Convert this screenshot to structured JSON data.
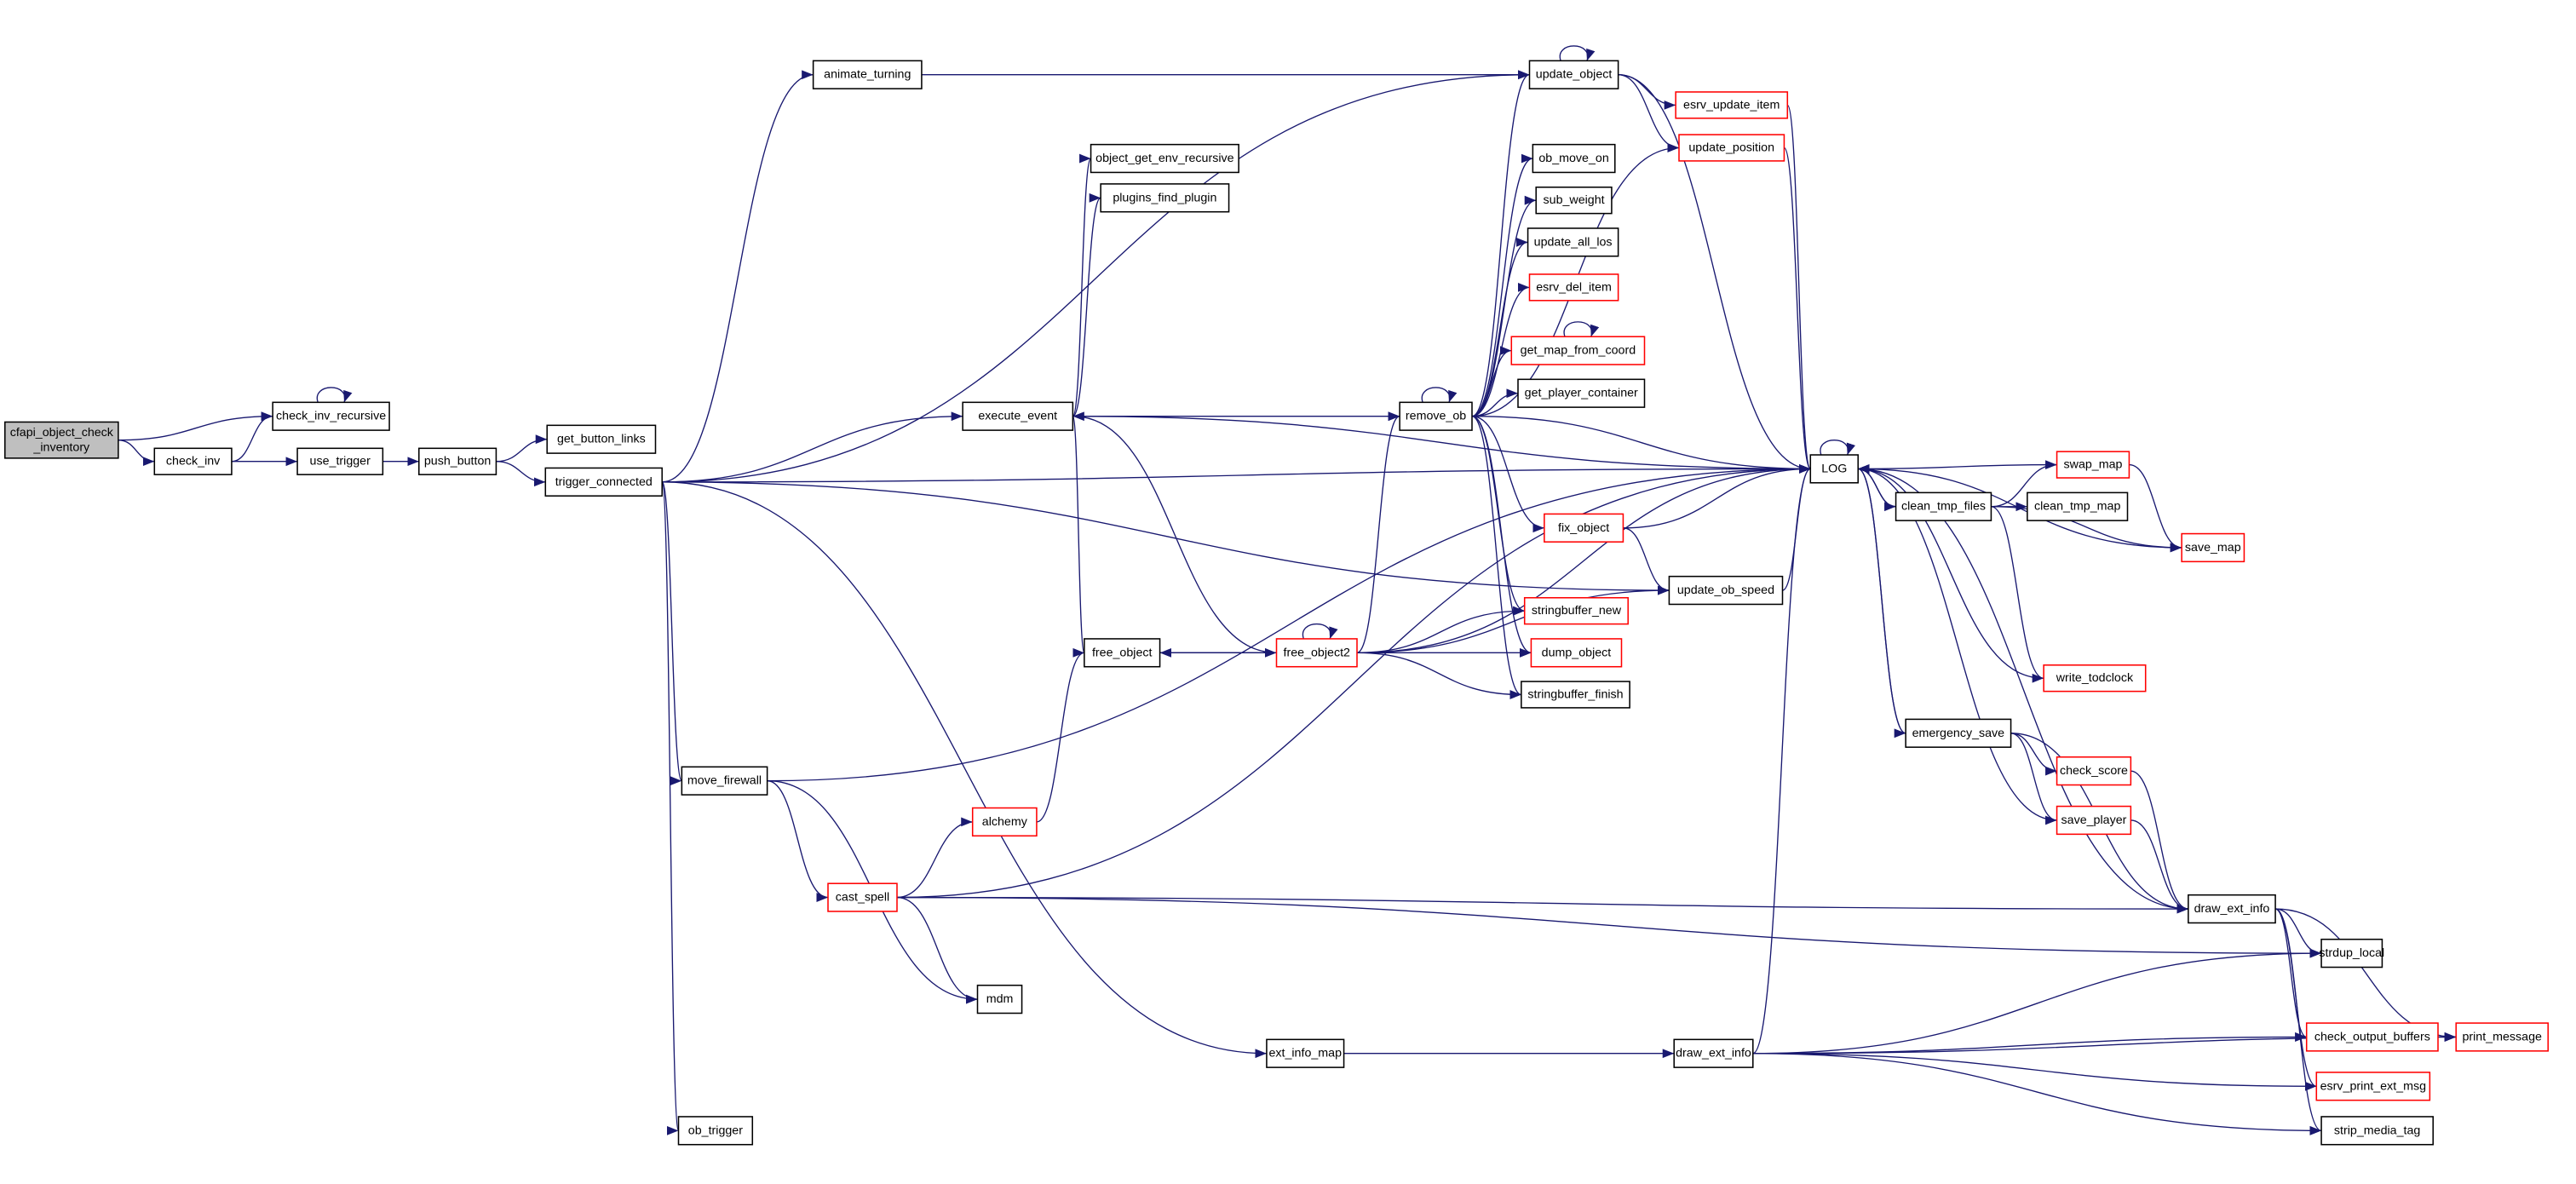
{
  "title": "call graph of cfapi_object_check_inventory",
  "colors": {
    "edge": "#191970",
    "root_fill": "#bfbfbf",
    "truncated_border": "#ff0000",
    "node_border": "#000000"
  },
  "nodes": [
    {
      "id": "cfapi",
      "label": [
        "cfapi_object_check",
        "_inventory"
      ],
      "root": true
    },
    {
      "id": "check_inv_recursive",
      "label": [
        "check_inv_recursive"
      ]
    },
    {
      "id": "check_inv",
      "label": [
        "check_inv"
      ]
    },
    {
      "id": "use_trigger",
      "label": [
        "use_trigger"
      ]
    },
    {
      "id": "push_button",
      "label": [
        "push_button"
      ]
    },
    {
      "id": "get_button_links",
      "label": [
        "get_button_links"
      ]
    },
    {
      "id": "trigger_connected",
      "label": [
        "trigger_connected"
      ]
    },
    {
      "id": "animate_turning",
      "label": [
        "animate_turning"
      ]
    },
    {
      "id": "object_get_env_recursive",
      "label": [
        "object_get_env_recursive"
      ]
    },
    {
      "id": "plugins_find_plugin",
      "label": [
        "plugins_find_plugin"
      ]
    },
    {
      "id": "execute_event",
      "label": [
        "execute_event"
      ]
    },
    {
      "id": "update_object",
      "label": [
        "update_object"
      ]
    },
    {
      "id": "esrv_update_item",
      "label": [
        "esrv_update_item"
      ],
      "truncated": true
    },
    {
      "id": "update_position",
      "label": [
        "update_position"
      ],
      "truncated": true
    },
    {
      "id": "ob_move_on",
      "label": [
        "ob_move_on"
      ]
    },
    {
      "id": "sub_weight",
      "label": [
        "sub_weight"
      ]
    },
    {
      "id": "update_all_los",
      "label": [
        "update_all_los"
      ]
    },
    {
      "id": "esrv_del_item",
      "label": [
        "esrv_del_item"
      ],
      "truncated": true
    },
    {
      "id": "get_map_from_coord",
      "label": [
        "get_map_from_coord"
      ],
      "truncated": true
    },
    {
      "id": "get_player_container",
      "label": [
        "get_player_container"
      ]
    },
    {
      "id": "remove_ob",
      "label": [
        "remove_ob"
      ]
    },
    {
      "id": "fix_object",
      "label": [
        "fix_object"
      ],
      "truncated": true
    },
    {
      "id": "stringbuffer_new",
      "label": [
        "stringbuffer_new"
      ],
      "truncated": true
    },
    {
      "id": "dump_object",
      "label": [
        "dump_object"
      ],
      "truncated": true
    },
    {
      "id": "stringbuffer_finish",
      "label": [
        "stringbuffer_finish"
      ]
    },
    {
      "id": "free_object",
      "label": [
        "free_object"
      ]
    },
    {
      "id": "free_object2",
      "label": [
        "free_object2"
      ],
      "truncated": true
    },
    {
      "id": "update_ob_speed",
      "label": [
        "update_ob_speed"
      ]
    },
    {
      "id": "LOG",
      "label": [
        "LOG"
      ]
    },
    {
      "id": "clean_tmp_files",
      "label": [
        "clean_tmp_files"
      ]
    },
    {
      "id": "clean_tmp_map",
      "label": [
        "clean_tmp_map"
      ]
    },
    {
      "id": "swap_map",
      "label": [
        "swap_map"
      ],
      "truncated": true
    },
    {
      "id": "save_map",
      "label": [
        "save_map"
      ],
      "truncated": true
    },
    {
      "id": "write_todclock",
      "label": [
        "write_todclock"
      ],
      "truncated": true
    },
    {
      "id": "emergency_save",
      "label": [
        "emergency_save"
      ]
    },
    {
      "id": "check_score",
      "label": [
        "check_score"
      ],
      "truncated": true
    },
    {
      "id": "save_player",
      "label": [
        "save_player"
      ],
      "truncated": true
    },
    {
      "id": "draw_ext_info_a",
      "label": [
        "draw_ext_info"
      ]
    },
    {
      "id": "strdup_local",
      "label": [
        "strdup_local"
      ]
    },
    {
      "id": "check_output_buffers",
      "label": [
        "check_output_buffers"
      ],
      "truncated": true
    },
    {
      "id": "print_message",
      "label": [
        "print_message"
      ],
      "truncated": true
    },
    {
      "id": "esrv_print_ext_msg",
      "label": [
        "esrv_print_ext_msg"
      ],
      "truncated": true
    },
    {
      "id": "strip_media_tag",
      "label": [
        "strip_media_tag"
      ]
    },
    {
      "id": "draw_ext_info_b",
      "label": [
        "draw_ext_info"
      ]
    },
    {
      "id": "ext_info_map",
      "label": [
        "ext_info_map"
      ]
    },
    {
      "id": "ob_trigger",
      "label": [
        "ob_trigger"
      ]
    },
    {
      "id": "move_firewall",
      "label": [
        "move_firewall"
      ]
    },
    {
      "id": "alchemy",
      "label": [
        "alchemy"
      ],
      "truncated": true
    },
    {
      "id": "cast_spell",
      "label": [
        "cast_spell"
      ],
      "truncated": true
    },
    {
      "id": "mdm",
      "label": [
        "mdm"
      ]
    }
  ],
  "edges": [
    [
      "cfapi",
      "check_inv_recursive"
    ],
    [
      "cfapi",
      "check_inv"
    ],
    [
      "check_inv_recursive",
      "check_inv_recursive"
    ],
    [
      "check_inv",
      "check_inv_recursive"
    ],
    [
      "check_inv",
      "use_trigger"
    ],
    [
      "use_trigger",
      "push_button"
    ],
    [
      "push_button",
      "get_button_links"
    ],
    [
      "push_button",
      "trigger_connected"
    ],
    [
      "trigger_connected",
      "animate_turning"
    ],
    [
      "trigger_connected",
      "update_object"
    ],
    [
      "trigger_connected",
      "LOG"
    ],
    [
      "trigger_connected",
      "execute_event"
    ],
    [
      "trigger_connected",
      "update_ob_speed"
    ],
    [
      "trigger_connected",
      "move_firewall"
    ],
    [
      "trigger_connected",
      "ext_info_map"
    ],
    [
      "trigger_connected",
      "ob_trigger"
    ],
    [
      "animate_turning",
      "update_object"
    ],
    [
      "update_object",
      "update_object"
    ],
    [
      "update_object",
      "LOG"
    ],
    [
      "update_object",
      "esrv_update_item"
    ],
    [
      "update_object",
      "update_position"
    ],
    [
      "esrv_update_item",
      "LOG"
    ],
    [
      "update_position",
      "LOG"
    ],
    [
      "execute_event",
      "object_get_env_recursive"
    ],
    [
      "execute_event",
      "plugins_find_plugin"
    ],
    [
      "execute_event",
      "LOG"
    ],
    [
      "execute_event",
      "remove_ob"
    ],
    [
      "execute_event",
      "free_object"
    ],
    [
      "remove_ob",
      "remove_ob"
    ],
    [
      "remove_ob",
      "update_object"
    ],
    [
      "remove_ob",
      "ob_move_on"
    ],
    [
      "remove_ob",
      "sub_weight"
    ],
    [
      "remove_ob",
      "update_all_los"
    ],
    [
      "remove_ob",
      "esrv_del_item"
    ],
    [
      "remove_ob",
      "get_map_from_coord"
    ],
    [
      "remove_ob",
      "get_player_container"
    ],
    [
      "remove_ob",
      "update_position"
    ],
    [
      "remove_ob",
      "fix_object"
    ],
    [
      "remove_ob",
      "LOG"
    ],
    [
      "remove_ob",
      "stringbuffer_new"
    ],
    [
      "remove_ob",
      "dump_object"
    ],
    [
      "remove_ob",
      "stringbuffer_finish"
    ],
    [
      "get_map_from_coord",
      "get_map_from_coord"
    ],
    [
      "fix_object",
      "LOG"
    ],
    [
      "fix_object",
      "update_ob_speed"
    ],
    [
      "free_object",
      "free_object2"
    ],
    [
      "free_object2",
      "free_object2"
    ],
    [
      "free_object2",
      "free_object"
    ],
    [
      "free_object2",
      "execute_event"
    ],
    [
      "free_object2",
      "remove_ob"
    ],
    [
      "free_object2",
      "stringbuffer_new"
    ],
    [
      "free_object2",
      "dump_object"
    ],
    [
      "free_object2",
      "stringbuffer_finish"
    ],
    [
      "free_object2",
      "update_ob_speed"
    ],
    [
      "free_object2",
      "LOG"
    ],
    [
      "update_ob_speed",
      "LOG"
    ],
    [
      "LOG",
      "LOG"
    ],
    [
      "LOG",
      "clean_tmp_files"
    ],
    [
      "LOG",
      "emergency_save"
    ],
    [
      "clean_tmp_files",
      "LOG"
    ],
    [
      "clean_tmp_files",
      "clean_tmp_map"
    ],
    [
      "clean_tmp_files",
      "swap_map"
    ],
    [
      "clean_tmp_files",
      "save_map"
    ],
    [
      "clean_tmp_files",
      "write_todclock"
    ],
    [
      "swap_map",
      "LOG"
    ],
    [
      "swap_map",
      "save_map"
    ],
    [
      "save_map",
      "LOG"
    ],
    [
      "write_todclock",
      "LOG"
    ],
    [
      "emergency_save",
      "LOG"
    ],
    [
      "emergency_save",
      "check_score"
    ],
    [
      "emergency_save",
      "save_player"
    ],
    [
      "emergency_save",
      "draw_ext_info_a"
    ],
    [
      "check_score",
      "draw_ext_info_a"
    ],
    [
      "save_player",
      "LOG"
    ],
    [
      "save_player",
      "draw_ext_info_a"
    ],
    [
      "draw_ext_info_a",
      "LOG"
    ],
    [
      "draw_ext_info_a",
      "strdup_local"
    ],
    [
      "draw_ext_info_a",
      "print_message"
    ],
    [
      "draw_ext_info_a",
      "check_output_buffers"
    ],
    [
      "draw_ext_info_a",
      "esrv_print_ext_msg"
    ],
    [
      "draw_ext_info_a",
      "strip_media_tag"
    ],
    [
      "check_output_buffers",
      "print_message"
    ],
    [
      "move_firewall",
      "LOG"
    ],
    [
      "move_firewall",
      "cast_spell"
    ],
    [
      "move_firewall",
      "mdm"
    ],
    [
      "cast_spell",
      "alchemy"
    ],
    [
      "cast_spell",
      "LOG"
    ],
    [
      "cast_spell",
      "draw_ext_info_a"
    ],
    [
      "cast_spell",
      "strdup_local"
    ],
    [
      "cast_spell",
      "mdm"
    ],
    [
      "alchemy",
      "free_object"
    ],
    [
      "ext_info_map",
      "draw_ext_info_b"
    ],
    [
      "draw_ext_info_b",
      "LOG"
    ],
    [
      "draw_ext_info_b",
      "strdup_local"
    ],
    [
      "draw_ext_info_b",
      "check_output_buffers"
    ],
    [
      "draw_ext_info_b",
      "esrv_print_ext_msg"
    ],
    [
      "draw_ext_info_b",
      "strip_media_tag"
    ],
    [
      "draw_ext_info_b",
      "print_message"
    ]
  ]
}
